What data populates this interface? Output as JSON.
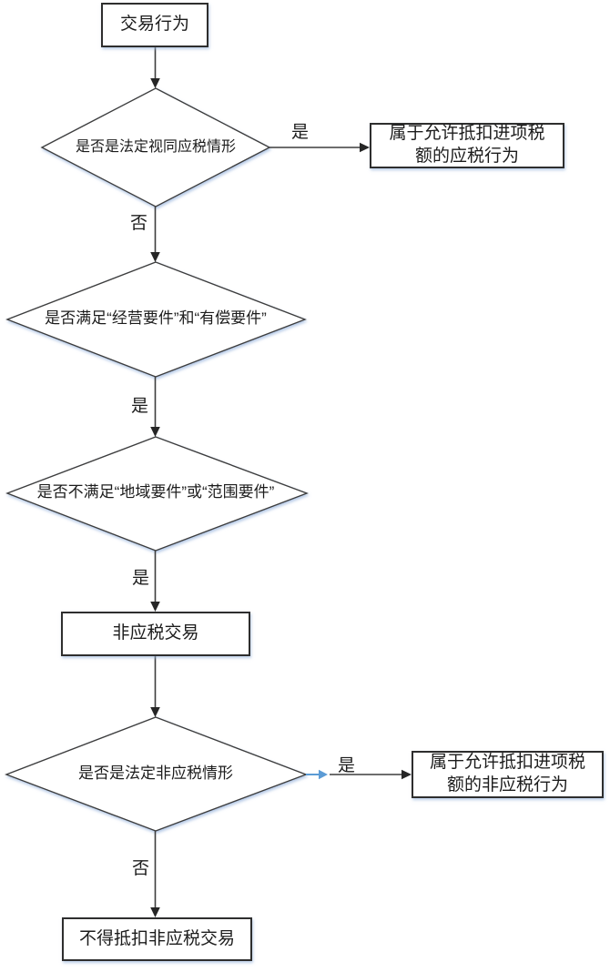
{
  "diagram": {
    "type": "flowchart",
    "background_color": "#ffffff",
    "line_color": "#3d3d3d",
    "arrowhead_color": "#262626",
    "node_border_color": "#2e2e2e",
    "node_fill_color": "#ffffff",
    "shadow_color": "#9ab5dd",
    "highlight_arrow_color": "#5b9bd5",
    "nodes": {
      "start": {
        "shape": "rect",
        "label": "交易行为"
      },
      "decision1": {
        "shape": "diamond",
        "label": "是否是法定视同应税情形"
      },
      "result_taxable": {
        "shape": "rect",
        "label": "属于允许抵扣进项税额的应税行为"
      },
      "decision2": {
        "shape": "diamond",
        "label": "是否满足“经营要件”和“有偿要件”"
      },
      "decision3": {
        "shape": "diamond",
        "label": "是否不满足“地域要件”或“范围要件”"
      },
      "non_taxable": {
        "shape": "rect",
        "label": "非应税交易"
      },
      "decision4": {
        "shape": "diamond",
        "label": "是否是法定非应税情形"
      },
      "result_non_taxable": {
        "shape": "rect",
        "label": "属于允许抵扣进项税额的非应税行为"
      },
      "no_deduction": {
        "shape": "rect",
        "label": "不得抵扣非应税交易"
      }
    },
    "edge_labels": {
      "decision1_yes": "是",
      "decision1_no": "否",
      "decision2_yes": "是",
      "decision3_yes": "是",
      "decision4_yes": "是",
      "decision4_no": "否"
    }
  }
}
